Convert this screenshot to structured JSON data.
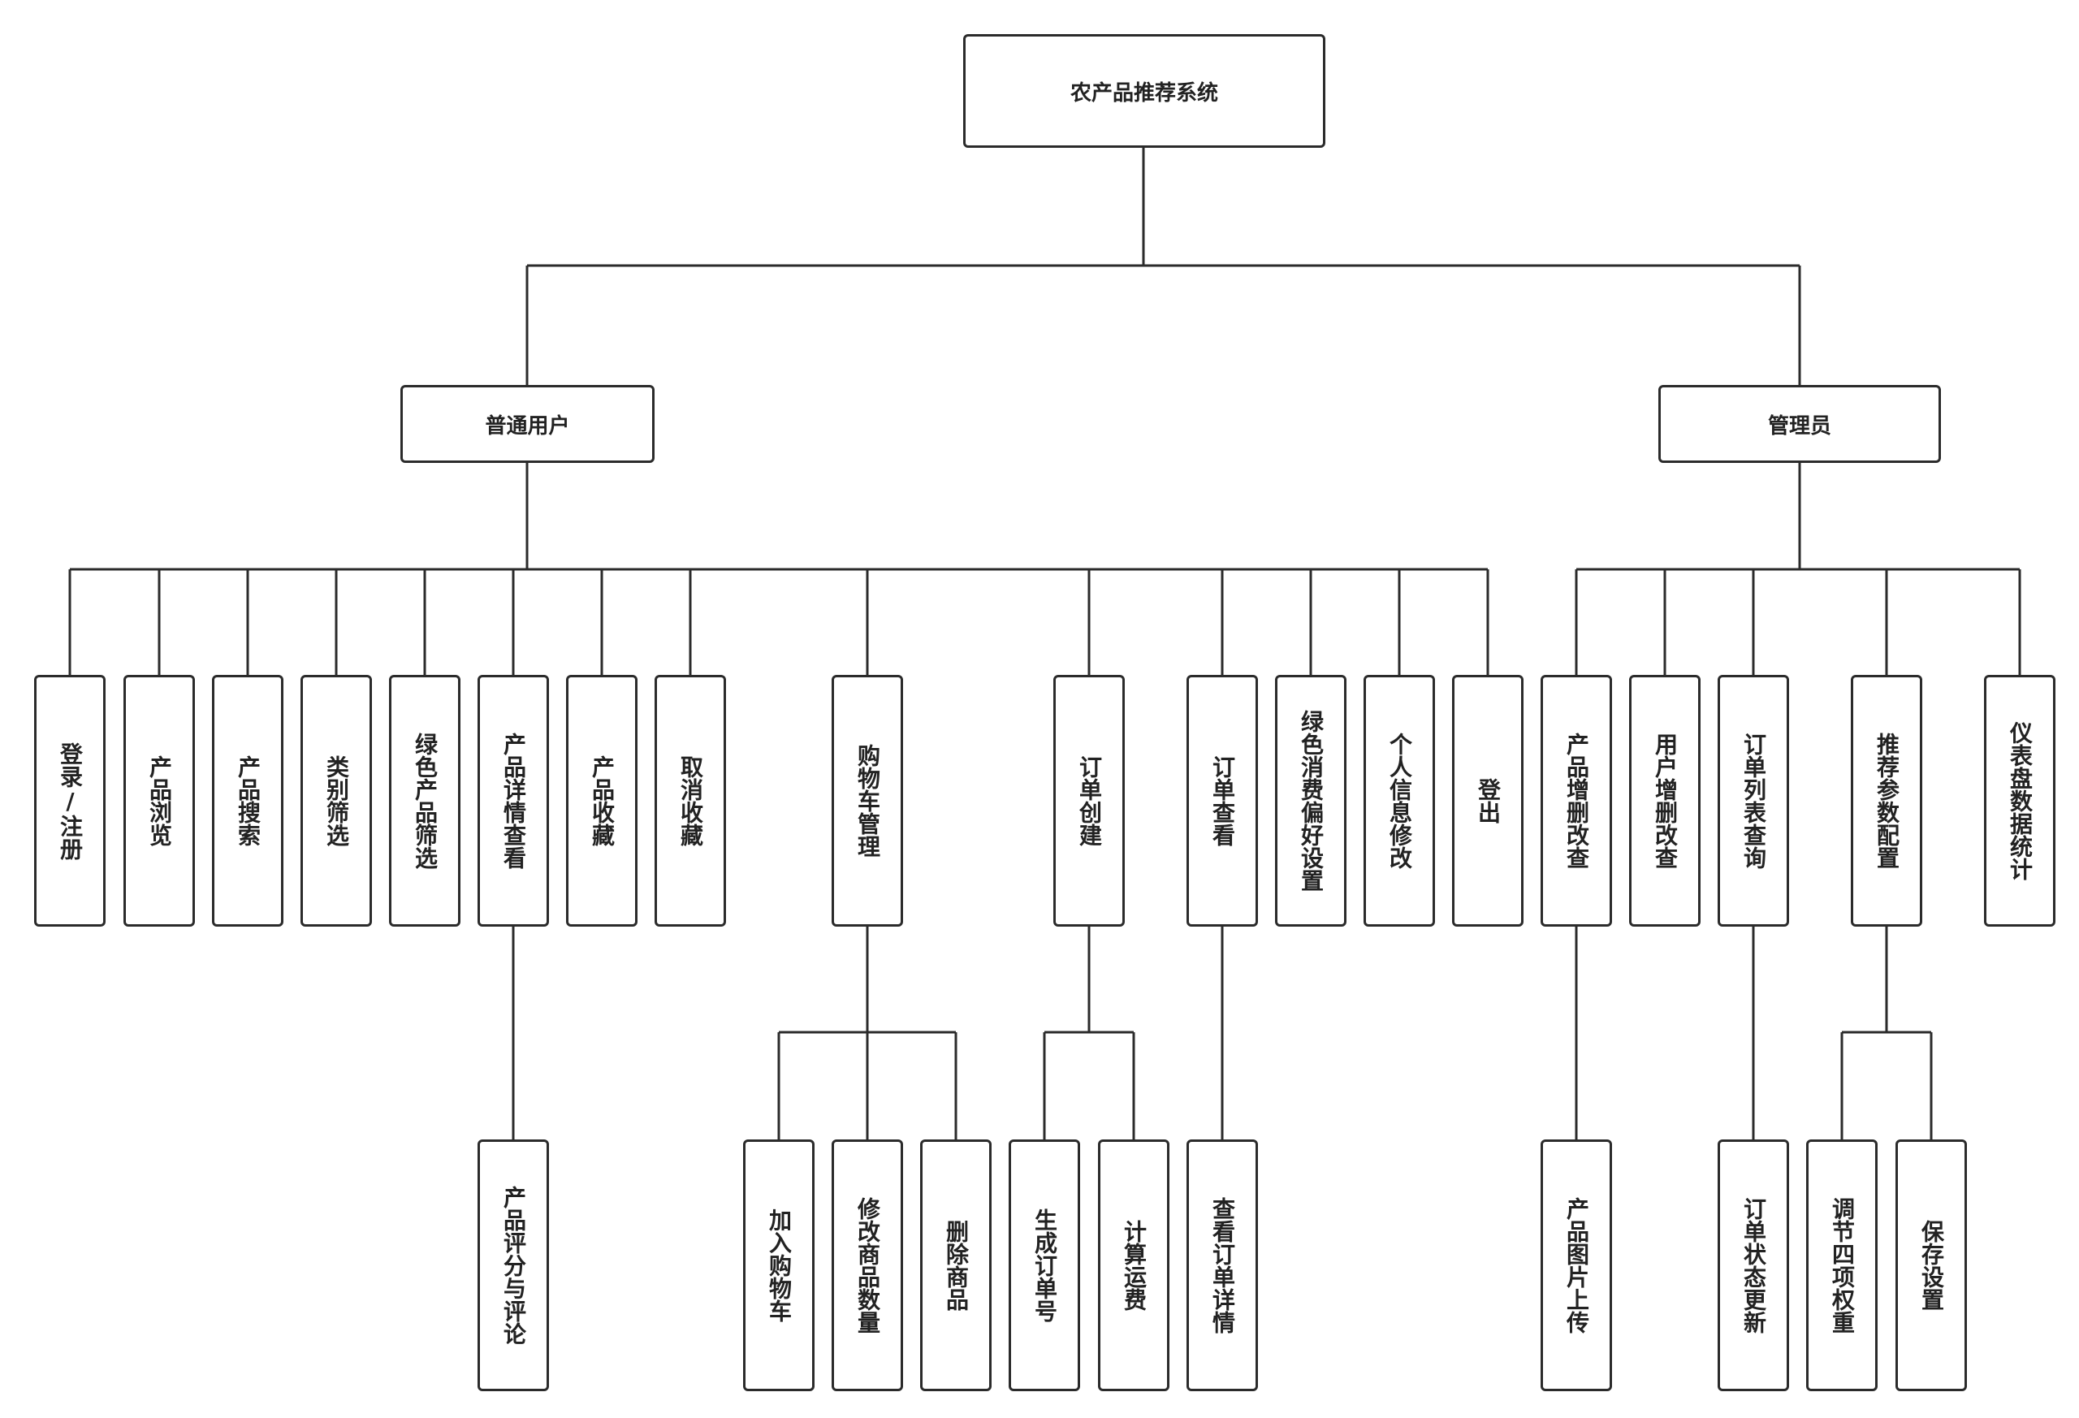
{
  "root": "农产品推荐系统",
  "roles": {
    "user": "普通用户",
    "admin": "管理员"
  },
  "user_functions": {
    "login": "登录/注册",
    "browse": "产品浏览",
    "search": "产品搜索",
    "category": "类别筛选",
    "green": "绿色产品筛选",
    "detail": "产品详情查看",
    "fav": "产品收藏",
    "unfav": "取消收藏",
    "cart": "购物车管理",
    "order_create": "订单创建",
    "order_view": "订单查看",
    "green_pref": "绿色消费偏好设置",
    "profile": "个人信息修改",
    "logout": "登出"
  },
  "admin_functions": {
    "product_crud": "产品增删改查",
    "user_crud": "用户增删改查",
    "order_list": "订单列表查询",
    "rec_params": "推荐参数配置",
    "dashboard": "仪表盘数据统计"
  },
  "sub_functions": {
    "review": "产品评分与评论",
    "add_cart": "加入购物车",
    "modify_qty": "修改商品数量",
    "delete_item": "删除商品",
    "gen_order_no": "生成订单号",
    "calc_fee": "计算运费",
    "view_order_detail": "查看订单详情",
    "upload_image": "产品图片上传",
    "order_status": "订单状态更新",
    "adjust_weights": "调节四项权重",
    "save_settings": "保存设置"
  },
  "colors": {
    "line": "#2b2b2b",
    "box_border": "#2b2b2b",
    "text": "#222222"
  }
}
